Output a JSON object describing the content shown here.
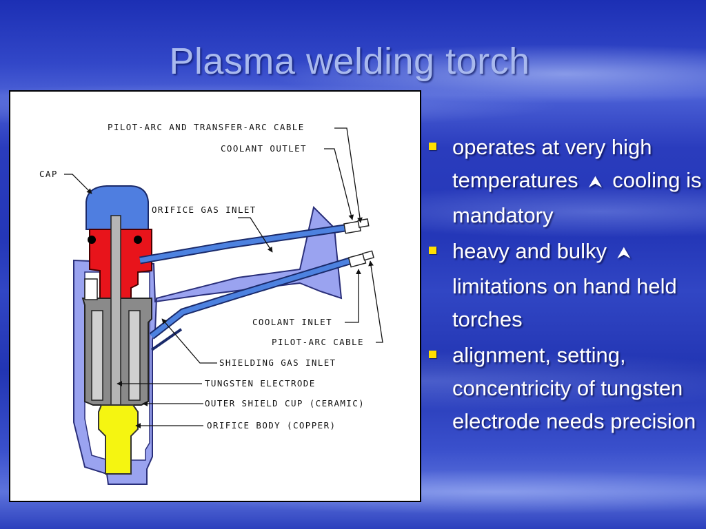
{
  "slide": {
    "title": "Plasma welding torch"
  },
  "diagram": {
    "labels": {
      "pilot_transfer_cable": "PILOT-ARC AND TRANSFER-ARC CABLE",
      "coolant_outlet": "COOLANT OUTLET",
      "cap": "CAP",
      "orifice_gas_inlet": "ORIFICE GAS INLET",
      "coolant_inlet": "COOLANT INLET",
      "pilot_arc_cable": "PILOT-ARC CABLE",
      "shielding_gas_inlet": "SHIELDING GAS INLET",
      "tungsten_electrode": "TUNGSTEN ELECTRODE",
      "outer_shield_cup": "OUTER SHIELD CUP (CERAMIC)",
      "orifice_body": "ORIFICE BODY (COPPER)"
    },
    "colors": {
      "cap": "#4f7ee0",
      "body": "#9aa3f0",
      "insulator": "#e8141b",
      "gray": "#8a8a8a",
      "copper_tip": "#f5f511",
      "tube": "#4d82e0"
    }
  },
  "bullets": [
    {
      "line1": "operates at very high temperatures",
      "icon": "arrow-up-icon",
      "line2": "cooling is mandatory"
    },
    {
      "line1": "heavy and bulky",
      "icon": "arrow-up-icon",
      "line2": "limitations on hand held torches"
    },
    {
      "text": "alignment, setting, concentricity of tungsten electrode needs precision"
    }
  ],
  "bullet_color": "#ffe000"
}
